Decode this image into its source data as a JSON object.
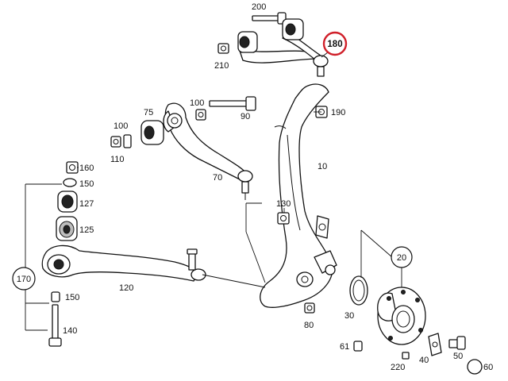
{
  "diagram": {
    "highlight_color": "#d0202a",
    "labels": {
      "p200": "200",
      "p180": "180",
      "p210": "210",
      "p100a": "100",
      "p75": "75",
      "p90": "90",
      "p190": "190",
      "p100b": "100",
      "p110": "110",
      "p10": "10",
      "p160": "160",
      "p150a": "150",
      "p127": "127",
      "p70": "70",
      "p130": "130",
      "p125": "125",
      "p20": "20",
      "p170": "170",
      "p120": "120",
      "p150b": "150",
      "p30": "30",
      "p80": "80",
      "p140": "140",
      "p61": "61",
      "p50": "50",
      "p220": "220",
      "p40": "40",
      "p60": "60"
    }
  }
}
